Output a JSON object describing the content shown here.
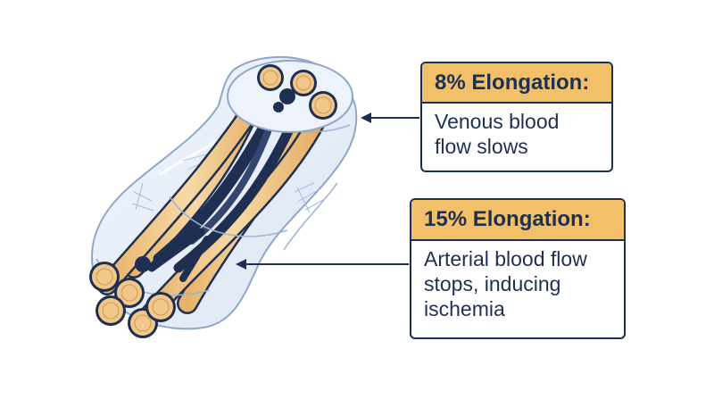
{
  "callouts": {
    "top": {
      "heading": "8% Elongation:",
      "body": "Venous blood flow slows"
    },
    "bottom": {
      "heading": "15% Elongation:",
      "body": "Arterial blood flow stops, inducing ischemia"
    }
  },
  "colors": {
    "outline": "#1f2f52",
    "heading_fill": "#f3c06a",
    "fascicle": "#f1c88a",
    "vessel": "#1f2f52",
    "sheath": "#dde7f6"
  }
}
